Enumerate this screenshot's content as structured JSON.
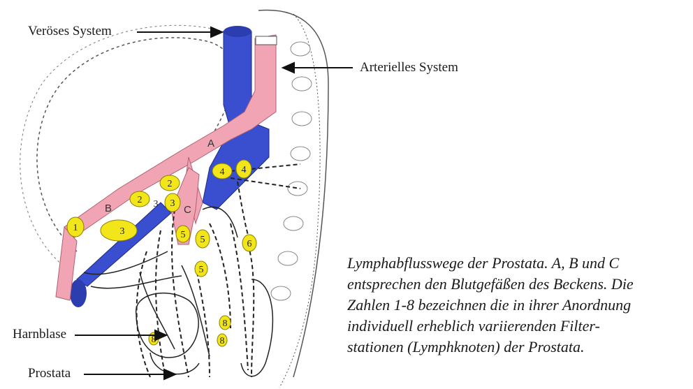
{
  "labels": {
    "venous": "Veröses System",
    "arterial": "Arterielles System",
    "bladder": "Harnblase",
    "prostate": "Prostata"
  },
  "vessel_letters": [
    "A",
    "B",
    "C"
  ],
  "lymph_nodes": [
    "1",
    "2",
    "2",
    "3",
    "3",
    "3",
    "4",
    "4",
    "5",
    "5",
    "5",
    "6",
    "8",
    "8",
    "8"
  ],
  "caption": [
    "Lymphabflusswege der Prostata. A, B und C",
    "entsprechen den Blutgefäßen des Beckens. Die",
    "Zahlen 1-8 bezeichnen die in ihrer Anordnung",
    "individuell erheblich variierenden Filter-",
    "stationen (Lymphknoten) der Prostata."
  ],
  "colors": {
    "vein": "#3a4fd0",
    "artery": "#f0a4b4",
    "node": "#f2e61a",
    "line": "#222222"
  }
}
